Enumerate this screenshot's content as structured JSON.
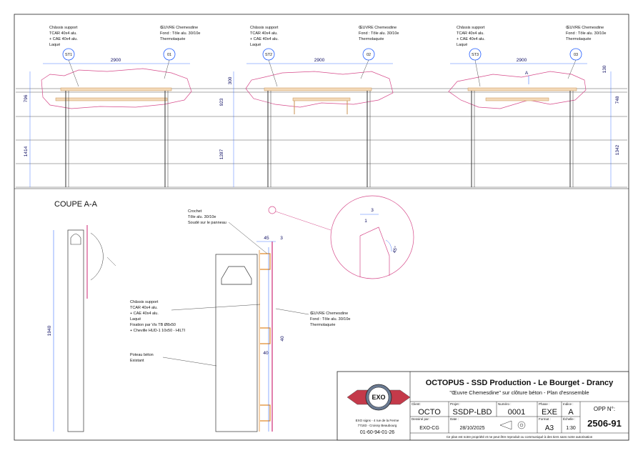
{
  "elevations": [
    {
      "tag": "ST1",
      "num": "01",
      "chassis_text": [
        "Châssis support",
        "TCAR 40x4 alu.",
        "+ CAE 40x4 alu.",
        "Laqué"
      ],
      "oeuvre_text": [
        "ŒUVRE Chemesdine",
        "Fond : Tôle alu. 30/10e",
        "Thermolaquée"
      ],
      "width_dim": "2900",
      "left_dims": [
        "796",
        "1414"
      ],
      "right_dims": []
    },
    {
      "tag": "ST2",
      "num": "02",
      "chassis_text": [
        "Châssis support",
        "TCAR 40x4 alu.",
        "+ CAE 40x4 alu.",
        "Laqué"
      ],
      "oeuvre_text": [
        "ŒUVRE Chemesdine",
        "Fond : Tôle alu. 30/10e",
        "Thermolaquée"
      ],
      "width_dim": "2900",
      "left_dims": [
        "300",
        "923",
        "1287"
      ],
      "right_dims": []
    },
    {
      "tag": "ST3",
      "num": "03",
      "chassis_text": [
        "Châssis support",
        "TCAR 40x4 alu.",
        "+ CAE 40x4 alu.",
        "Laqué"
      ],
      "oeuvre_text": [
        "ŒUVRE Chemesdine",
        "Fond : Tôle alu. 30/10e",
        "Thermolaquée"
      ],
      "width_dim": "2900",
      "left_dims": [],
      "right_dims": [
        "130",
        "748",
        "1342"
      ],
      "section_mark": "A"
    }
  ],
  "section": {
    "title": "COUPE A-A",
    "height_dim": "1940",
    "crochet_text": [
      "Crochet",
      "Tôle alu. 30/10e",
      "Soudé sur le panneau"
    ],
    "dim_45": "45",
    "dim_3": "3",
    "dim_40a": "40",
    "dim_40b": "40",
    "chassis_text": [
      "Châssis support",
      "TCAR 40x4 alu.",
      "+ CAE 40x4 alu.",
      "Laqué",
      "Fixation par Vis TB Ø8x50",
      "+ Cheville HUD-1 10x50 - HILTI"
    ],
    "oeuvre_text": [
      "ŒUVRE Chemesdine",
      "Fond : Tôle alu. 30/10e",
      "Thermolaquée"
    ],
    "poteau_text": [
      "Poteau béton",
      "Existant"
    ]
  },
  "detail": {
    "dim_3": "3",
    "dim_1": "1",
    "angle": "45°"
  },
  "title_block": {
    "logo_text": "EXO",
    "company_lines": [
      "EXO signs - 4 rue de la Ferme",
      "77183 - Croissy Beaubourg"
    ],
    "phone": "01-60-94-01-26",
    "title": "OCTOPUS - SSD Production - Le Bourget - Drancy",
    "subtitle": "\"Œuvre Chemesdine\" sur clôture béton - Plan d'esnsemble",
    "labels": {
      "client": "Client:",
      "projet": "Projet :",
      "numero": "Numéro :",
      "phase": "Phase :",
      "indice": "Indice :",
      "dessine": "Dessiné par :",
      "date": "Date :",
      "format": "Format :",
      "echelle": "Échelle :"
    },
    "client": "OCTO",
    "projet": "SSDP-LBD",
    "numero": "0001",
    "phase": "EXE",
    "indice": "A",
    "dessine": "EXO-CG",
    "date": "28/10/2025",
    "format": "A3",
    "echelle": "1:30",
    "opp_label": "OPP N°:",
    "opp_number": "2506-91",
    "disclaimer": "Ce plan est notre propriété et ne peut être reproduit ou communiqué à des tiers sans notre autorisation"
  }
}
